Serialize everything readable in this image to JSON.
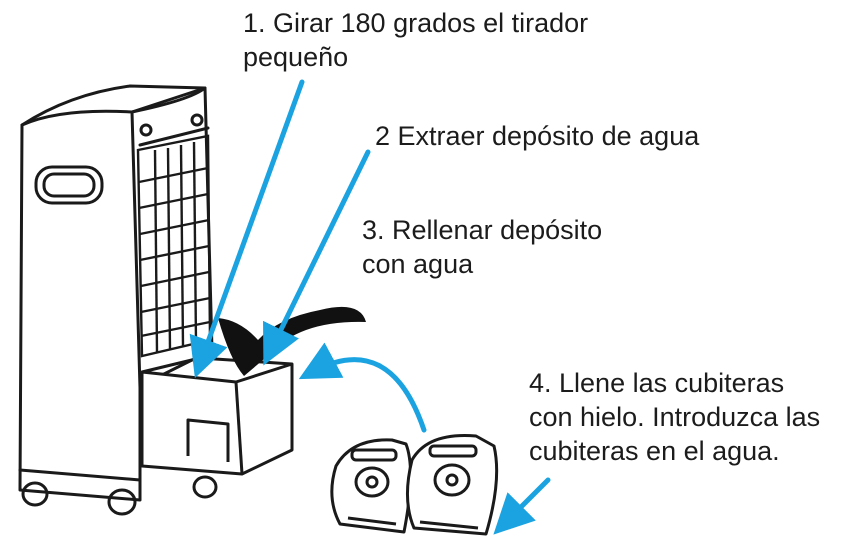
{
  "steps": [
    {
      "lines": [
        "1. Girar 180 grados el tirador",
        "pequeño"
      ]
    },
    {
      "lines": [
        "2  Extraer depósito de agua"
      ]
    },
    {
      "lines": [
        "3. Rellenar depósito",
        "con agua"
      ]
    },
    {
      "lines": [
        "4. Llene las cubiteras",
        "con hielo. Introduzca las",
        "cubiteras en el agua."
      ]
    }
  ],
  "colors": {
    "arrow": "#1aa3e0",
    "line": "#1a1a1a",
    "text": "#1c1c1c"
  },
  "icons": [
    "air-cooler-illustration",
    "water-tank-illustration",
    "ice-pack-illustration"
  ]
}
